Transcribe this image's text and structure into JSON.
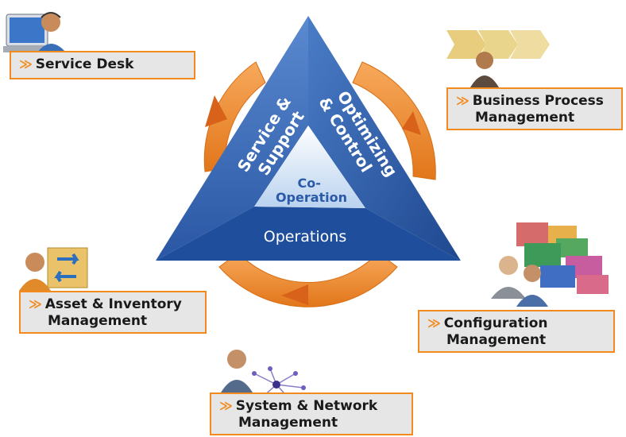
{
  "triangle": {
    "left_label_line1": "Service &",
    "left_label_line2": "Support",
    "right_label_line1": "Optimizing",
    "right_label_line2": "& Control",
    "center_label_line1": "Co-",
    "center_label_line2": "Operation",
    "bottom_label": "Operations"
  },
  "boxes": {
    "service_desk": "Service Desk",
    "bpm_line1": "Business Process",
    "bpm_line2": "Management",
    "asset_line1": "Asset & Inventory",
    "asset_line2": "Management",
    "config_line1": "Configuration",
    "config_line2": "Management",
    "system_line1": "System & Network",
    "system_line2": "Management"
  },
  "bullet_glyph": "≫",
  "colors": {
    "triangle_blue": "#2f5fae",
    "triangle_light": "#c9dcf3",
    "arrow_orange": "#f28a1e",
    "box_border": "#f28a1e",
    "box_fill": "#e6e6e6"
  },
  "icons": [
    "service-desk-agent-icon",
    "business-process-person-icon",
    "asset-inventory-person-icon",
    "configuration-blocks-icon",
    "network-person-icon"
  ]
}
